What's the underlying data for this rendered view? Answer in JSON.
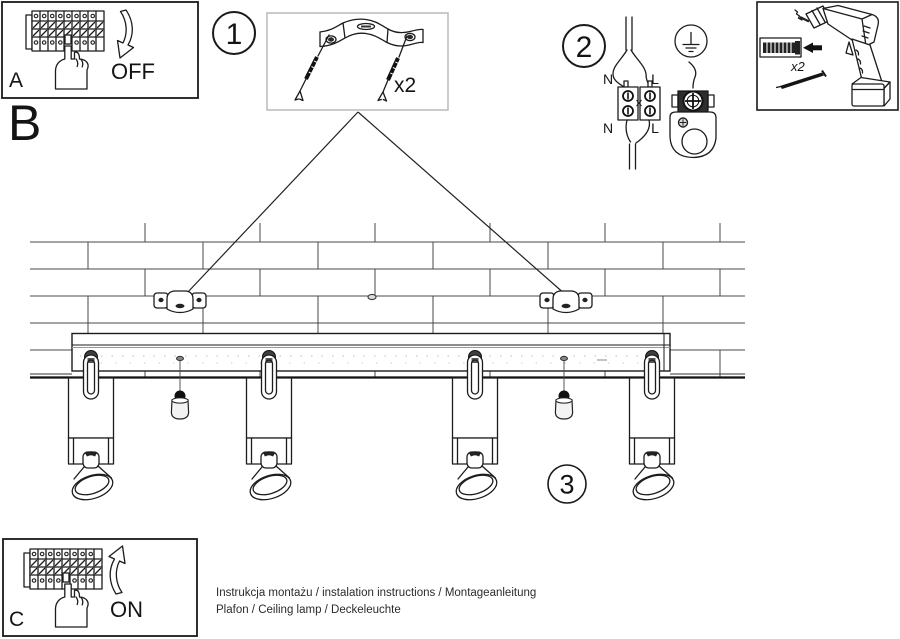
{
  "steps": {
    "a": {
      "label": "A",
      "action": "OFF"
    },
    "b": {
      "label": "B"
    },
    "one": {
      "label": "1",
      "qty": "x2"
    },
    "two": {
      "label": "2",
      "n_top": "N",
      "l_top": "L",
      "n_bottom": "N",
      "l_bottom": "L"
    },
    "three": {
      "label": "3"
    },
    "c": {
      "label": "C",
      "action": "ON"
    }
  },
  "tools": {
    "plug_qty": "x2"
  },
  "footer": {
    "line1": "Instrukcja montażu / instalation instructions / Montageanleitung",
    "line2": "Plafon / Ceiling lamp / Deckeleuchte"
  },
  "colors": {
    "ink": "#1c1c1c",
    "light_box_border": "#b5b5b5",
    "paper": "#ffffff"
  }
}
